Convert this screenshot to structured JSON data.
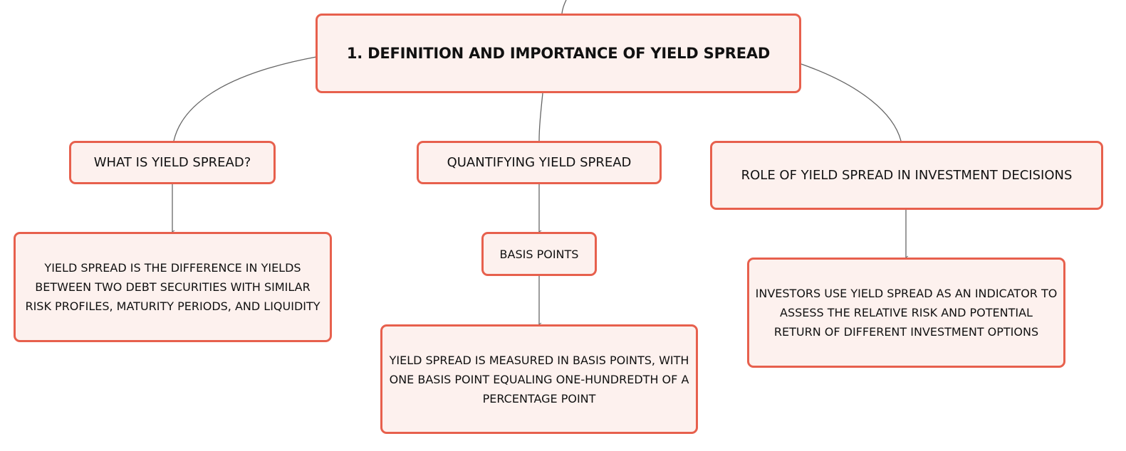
{
  "root": {
    "label": "1. DEFINITION AND IMPORTANCE OF YIELD SPREAD"
  },
  "branches": {
    "what": {
      "label": "WHAT IS YIELD SPREAD?",
      "detail": "YIELD SPREAD IS THE DIFFERENCE IN YIELDS BETWEEN TWO DEBT SECURITIES WITH SIMILAR RISK PROFILES, MATURITY PERIODS, AND LIQUIDITY"
    },
    "quantifying": {
      "label": "QUANTIFYING YIELD SPREAD",
      "sub": "BASIS POINTS",
      "detail": "YIELD SPREAD IS MEASURED IN BASIS POINTS, WITH ONE BASIS POINT EQUALING ONE-HUNDREDTH OF A PERCENTAGE POINT"
    },
    "role": {
      "label": "ROLE OF YIELD SPREAD IN INVESTMENT DECISIONS",
      "detail": "INVESTORS USE YIELD SPREAD AS AN INDICATOR TO ASSESS THE RELATIVE RISK AND POTENTIAL RETURN OF DIFFERENT INVESTMENT OPTIONS"
    }
  },
  "colors": {
    "node_fill": "#fdf1ee",
    "node_border": "#e7604d",
    "connector": "#666666",
    "text": "#111111"
  }
}
